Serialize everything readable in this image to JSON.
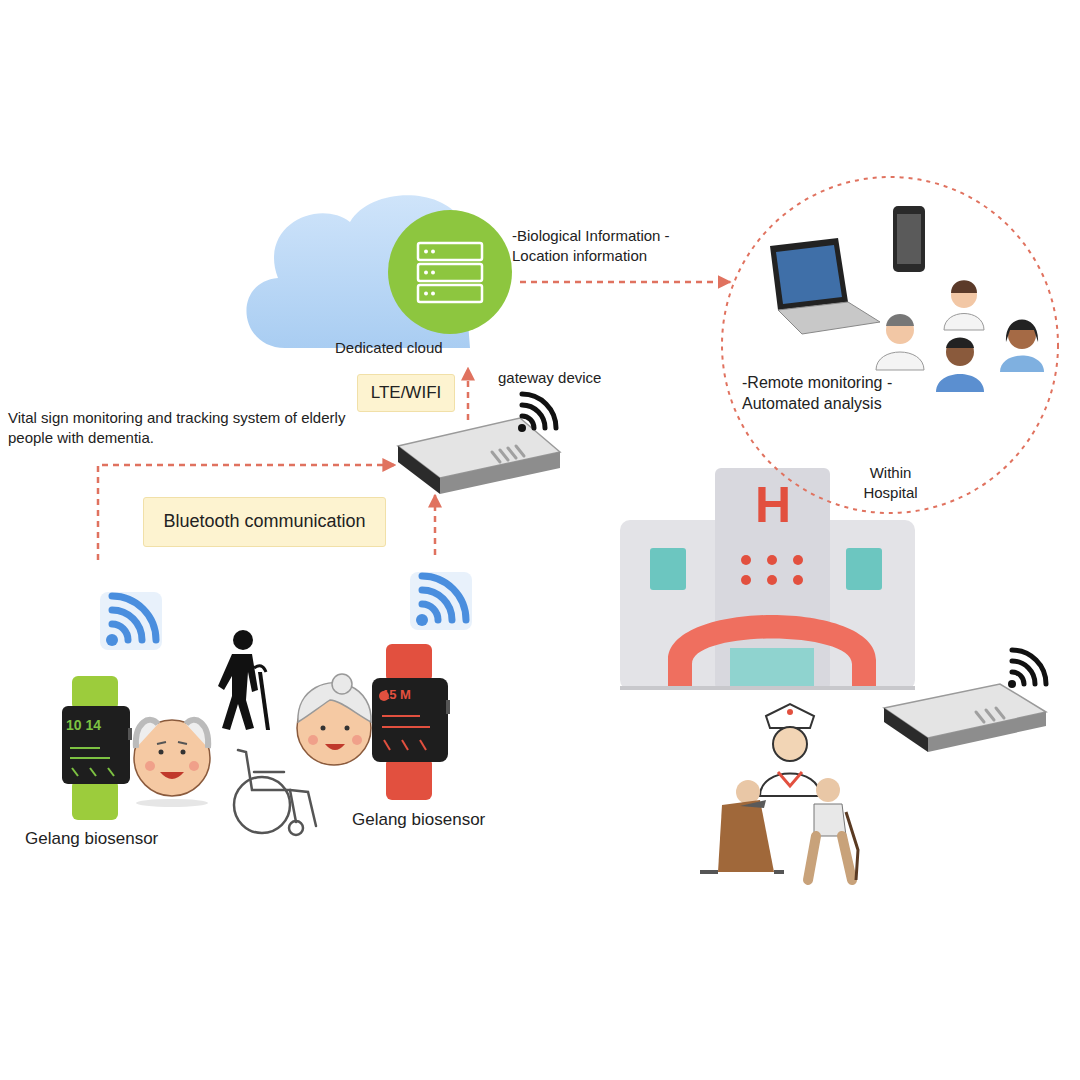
{
  "diagram": {
    "title": "Vital sign monitoring and tracking system of elderly people with dementia.",
    "nodes": [
      {
        "text": [
          "Dedicated cloud"
        ]
      },
      {
        "text": [
          "gateway device"
        ]
      },
      {
        "text": [
          "-Remote monitoring -Automated analysis",
          "Within Hospital"
        ]
      },
      {
        "text": [
          "Gelang biosensor"
        ]
      },
      {
        "text": [
          "Gelang biosensor"
        ]
      }
    ],
    "edges": [
      {
        "from": 3,
        "to": 1,
        "arrow": "to",
        "label": "Bluetooth communication"
      },
      {
        "from": 4,
        "to": 1,
        "arrow": "to"
      },
      {
        "from": 1,
        "to": 0,
        "arrow": "to",
        "label": "LTE/WIFI"
      },
      {
        "from": 0,
        "to": 2,
        "arrow": "to",
        "label": "-Biological Information -Location information"
      }
    ],
    "labels": [
      "10 14",
      "15 M",
      "H"
    ]
  }
}
